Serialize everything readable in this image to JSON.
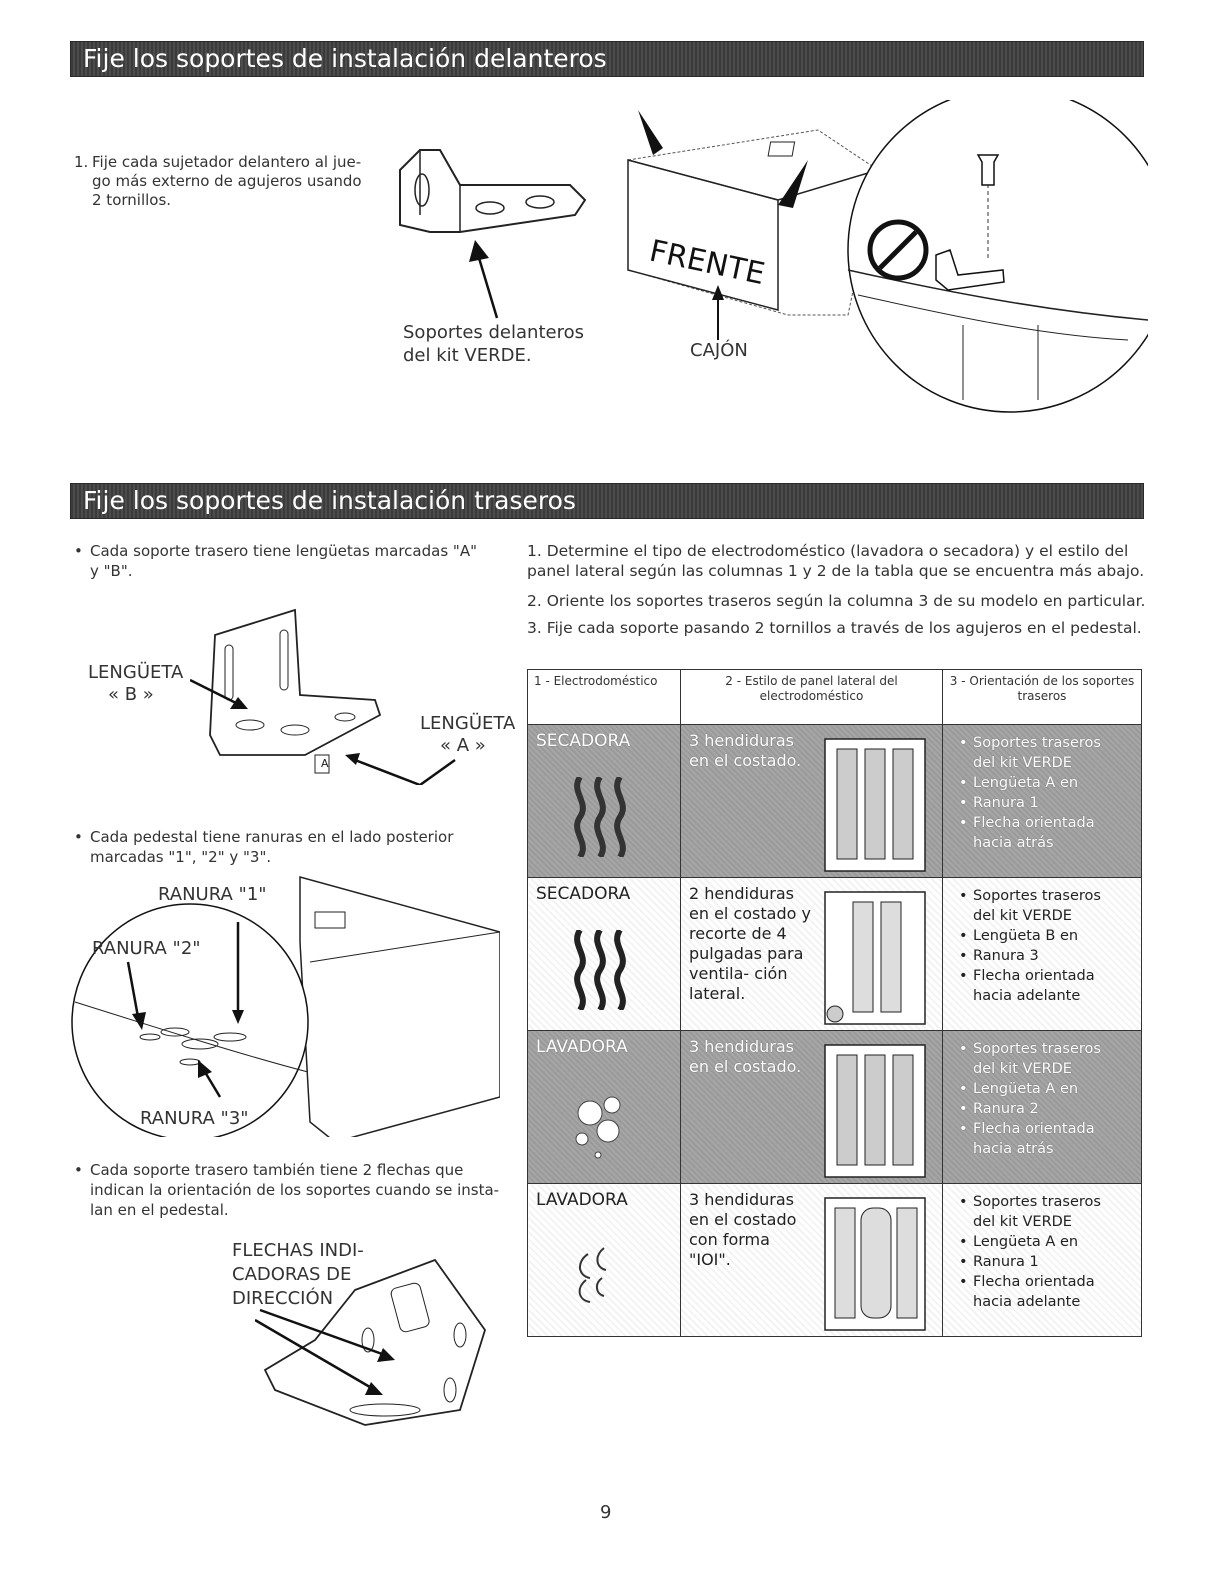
{
  "section1": {
    "title": "Fije los soportes de instalación delanteros",
    "step1_num": "1.",
    "step1": "Fije cada sujetador delantero al jue- go más externo de agujeros usando 2 tornillos.",
    "label_supports_1": "Soportes delanteros",
    "label_supports_2": "del kit VERDE.",
    "label_drawer": "CAJÓN",
    "label_front": "FRENTE"
  },
  "section2": {
    "title": "Fije los soportes de instalación traseros",
    "bullet1": "Cada soporte trasero tiene lengüetas marcadas \"A\" y \"B\".",
    "tab_b_1": "LENGÜETA",
    "tab_b_2": "« B »",
    "tab_a_1": "LENGÜETA",
    "tab_a_2": "« A »",
    "tab_a_letter": "A",
    "bullet2": "Cada pedestal tiene ranuras en el lado posterior marcadas \"1\", \"2\" y \"3\".",
    "slot1": "RANURA \"1\"",
    "slot2": "RANURA \"2\"",
    "slot3": "RANURA \"3\"",
    "bullet3": "Cada soporte trasero también tiene 2 flechas que indican la orientación de los soportes cuando se insta- lan en el pedestal.",
    "arrows_1": "FLECHAS INDI-",
    "arrows_2": "CADORAS DE",
    "arrows_3": "DIRECCIÓN",
    "steps": [
      "1. Determine el tipo de electrodoméstico (lavadora o secadora) y el estilo del panel lateral según las columnas 1 y 2 de la tabla que se encuentra más abajo.",
      "2. Oriente los soportes traseros según la columna 3 de su modelo en particular.",
      "3. Fije cada soporte pasando 2 tornillos a través de los agujeros en el pedestal."
    ]
  },
  "table": {
    "headers": [
      "1 - Electrodoméstico",
      "2 - Estilo de panel lateral del electrodoméstico",
      "3 - Orientación de los soportes traseros"
    ],
    "rows": [
      {
        "appliance": "SECADORA",
        "style": "3 hendiduras en el costado.",
        "o1": "Soportes traseros",
        "o2": "del kit VERDE",
        "o3": "Lengüeta A en",
        "o4": "Ranura 1",
        "o5": "Flecha orientada",
        "o6": "hacia atrás"
      },
      {
        "appliance": "SECADORA",
        "style": "2 hendiduras en el costado y recorte de 4 pulgadas para ventila- ción lateral.",
        "o1": "Soportes traseros",
        "o2": "del kit VERDE",
        "o3": "Lengüeta B en",
        "o4": "Ranura 3",
        "o5": "Flecha orientada",
        "o6": "hacia adelante"
      },
      {
        "appliance": "LAVADORA",
        "style": "3 hendiduras en el costado.",
        "o1": "Soportes traseros",
        "o2": "del kit VERDE",
        "o3": "Lengüeta A en",
        "o4": "Ranura 2",
        "o5": "Flecha orientada",
        "o6": "hacia atrás"
      },
      {
        "appliance": "LAVADORA",
        "style": "3 hendiduras en el costado con forma \"IOI\".",
        "o1": "Soportes traseros",
        "o2": "del kit VERDE",
        "o3": "Lengüeta A en",
        "o4": "Ranura 1",
        "o5": "Flecha orientada",
        "o6": "hacia adelante"
      }
    ]
  },
  "page_number": "9"
}
